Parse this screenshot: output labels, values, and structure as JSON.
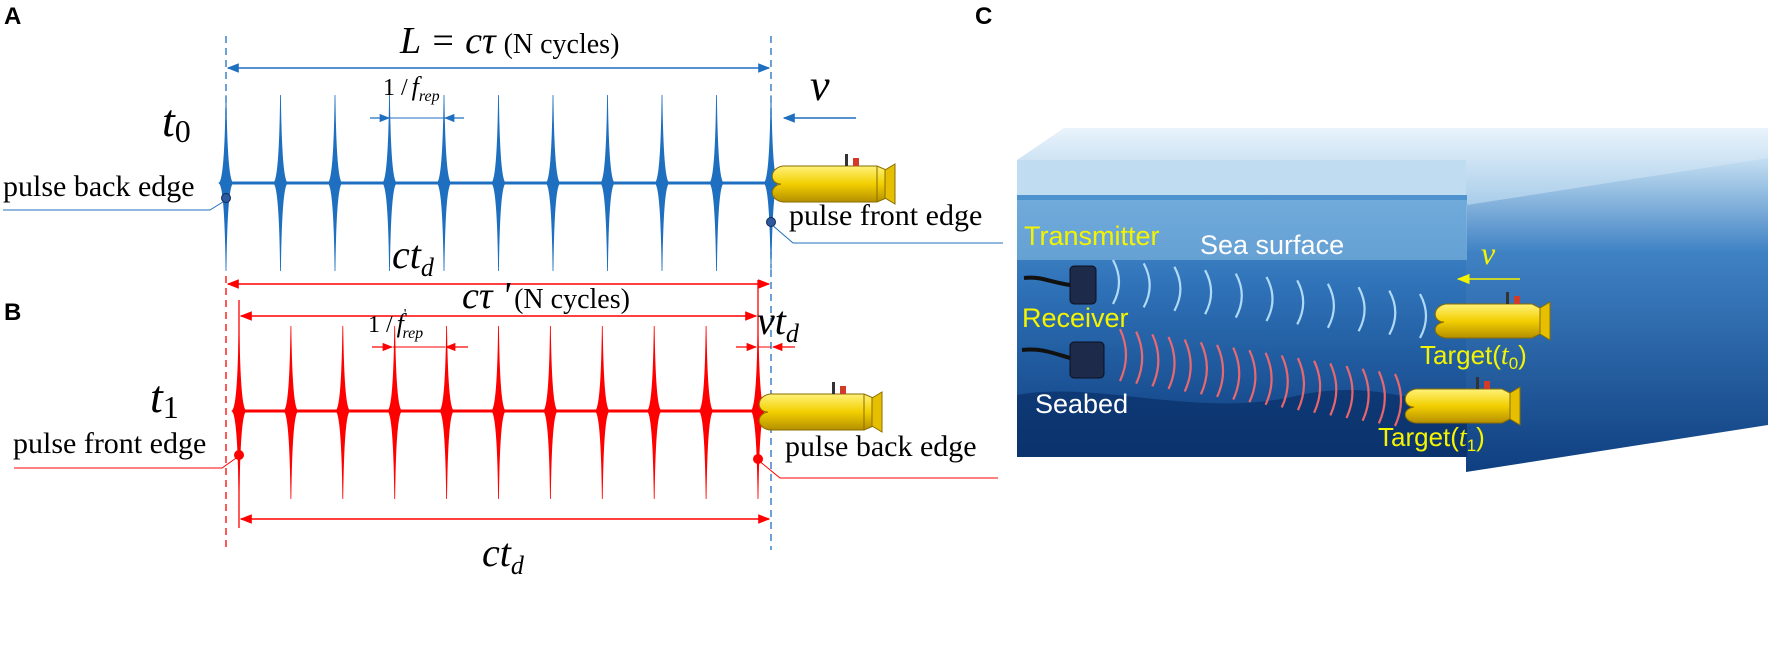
{
  "panels": {
    "a": "A",
    "b": "B",
    "c": "C"
  },
  "panel_a": {
    "length_eq": "L = cτ",
    "length_cycles": "(N cycles)",
    "time_main": "t",
    "time_sub": "0",
    "rep_num": "1 /",
    "rep_f": "f",
    "rep_sub": "rep",
    "velocity": "v",
    "back_edge": "pulse back edge",
    "front_edge": "pulse front edge",
    "ctd_main": "ct",
    "ctd_sub": "d",
    "pulse_color": "#1f6fc0"
  },
  "panel_b": {
    "ctau_main": "cτ '",
    "ctau_cycles": "(N cycles)",
    "time_main": "t",
    "time_sub": "1",
    "rep_num": "1 /",
    "rep_f": "f",
    "rep_prime": "'",
    "rep_sub": "rep",
    "vtd_main": "vt",
    "vtd_sub": "d",
    "front_edge": "pulse front edge",
    "back_edge": "pulse back edge",
    "ctd_main": "ct",
    "ctd_sub": "d",
    "pulse_color": "#ff0000"
  },
  "panel_c": {
    "transmitter": "Transmitter",
    "sea_surface": "Sea surface",
    "receiver": "Receiver",
    "seabed": "Seabed",
    "velocity": "v",
    "target0": "Target(",
    "target0_t": "t",
    "target0_sub": "0",
    "target1": "Target(",
    "target1_t": "t",
    "target1_sub": "1",
    "close_paren": ")",
    "label_color": "#f4f400"
  }
}
